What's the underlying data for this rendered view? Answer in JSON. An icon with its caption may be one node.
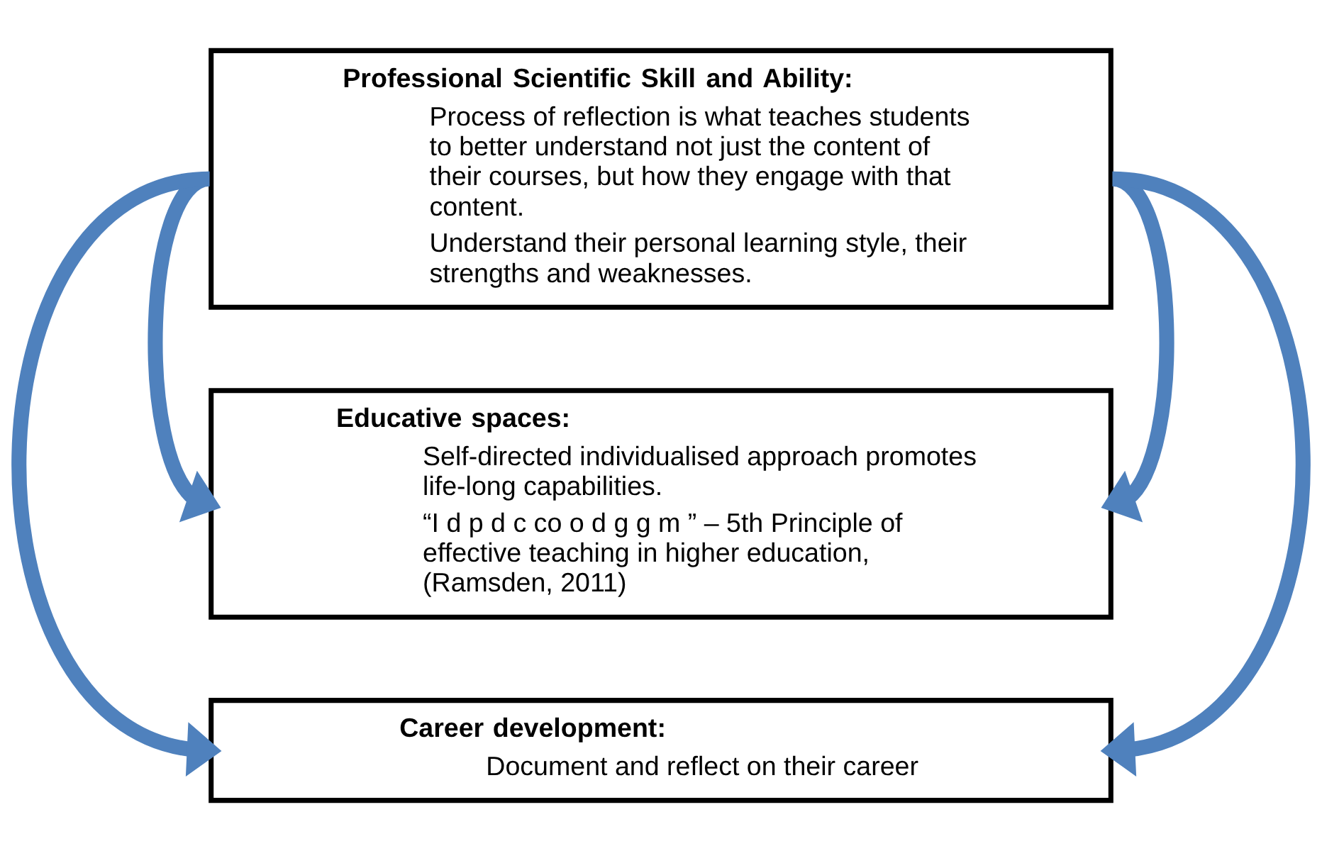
{
  "diagram": {
    "nodes": [
      {
        "text": [
          "Professional Scientific Skill and Ability:",
          "Process of reflection is what teaches students to better understand not just the content of their courses, but how they engage with that content.",
          "Understand their personal learning style, their strengths and weaknesses."
        ]
      },
      {
        "text": [
          "Educative spaces:",
          "Self-directed individualised approach promotes life-long capabilities.",
          "“I d p d c co o d g g m ” – 5th Principle of effective teaching in higher education, (Ramsden, 2011)"
        ]
      },
      {
        "text": [
          "Career development:",
          "Document and reflect on their career"
        ]
      }
    ],
    "edges": [
      {
        "from": 0,
        "to": 1,
        "arrow": "to"
      },
      {
        "from": 0,
        "to": 2,
        "arrow": "to"
      },
      {
        "from": 0,
        "to": 1,
        "arrow": "to"
      },
      {
        "from": 0,
        "to": 2,
        "arrow": "to"
      }
    ]
  }
}
